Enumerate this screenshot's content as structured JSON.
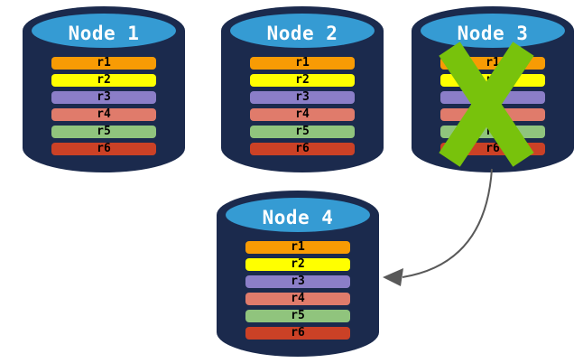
{
  "diagram": {
    "palette": {
      "background": "#FFFFFF",
      "cylinder_body": "#1B2A4D",
      "cylinder_top": "#359BD3",
      "title_color": "#FFFFFF",
      "replica_text_color": "#000000",
      "x_mark_color": "#78C20C",
      "arrow_color": "#595959"
    },
    "icons": {
      "node_shape": "database-cylinder-icon",
      "failure_mark": "green-x-icon",
      "transfer": "curved-arrow-icon"
    },
    "nodes": [
      {
        "title": "Node 1",
        "replicas": [
          {
            "label": "r1",
            "color": "#F89B04"
          },
          {
            "label": "r2",
            "color": "#FFFF00"
          },
          {
            "label": "r3",
            "color": "#8B7EC8"
          },
          {
            "label": "r4",
            "color": "#E07B6B"
          },
          {
            "label": "r5",
            "color": "#90C47D"
          },
          {
            "label": "r6",
            "color": "#CB4126"
          }
        ]
      },
      {
        "title": "Node 2",
        "replicas": [
          {
            "label": "r1",
            "color": "#F89B04"
          },
          {
            "label": "r2",
            "color": "#FFFF00"
          },
          {
            "label": "r3",
            "color": "#8B7EC8"
          },
          {
            "label": "r4",
            "color": "#E07B6B"
          },
          {
            "label": "r5",
            "color": "#90C47D"
          },
          {
            "label": "r6",
            "color": "#CB4126"
          }
        ]
      },
      {
        "title": "Node 3",
        "crossed_out": true,
        "x_mark_color": "#78C20C",
        "replicas": [
          {
            "label": "r1",
            "color": "#F89B04"
          },
          {
            "label": "r2",
            "color": "#FFFF00"
          },
          {
            "label": "r3",
            "color": "#8B7EC8"
          },
          {
            "label": "r4",
            "color": "#E07B6B"
          },
          {
            "label": "r5",
            "color": "#90C47D"
          },
          {
            "label": "r6",
            "color": "#CB4126"
          }
        ]
      },
      {
        "title": "Node 4",
        "replicas": [
          {
            "label": "r1",
            "color": "#F89B04"
          },
          {
            "label": "r2",
            "color": "#FFFF00"
          },
          {
            "label": "r3",
            "color": "#8B7EC8"
          },
          {
            "label": "r4",
            "color": "#E07B6B"
          },
          {
            "label": "r5",
            "color": "#90C47D"
          },
          {
            "label": "r6",
            "color": "#CB4126"
          }
        ]
      }
    ],
    "arrow": {
      "from": "Node 3",
      "to": "Node 4",
      "color": "#595959"
    }
  }
}
